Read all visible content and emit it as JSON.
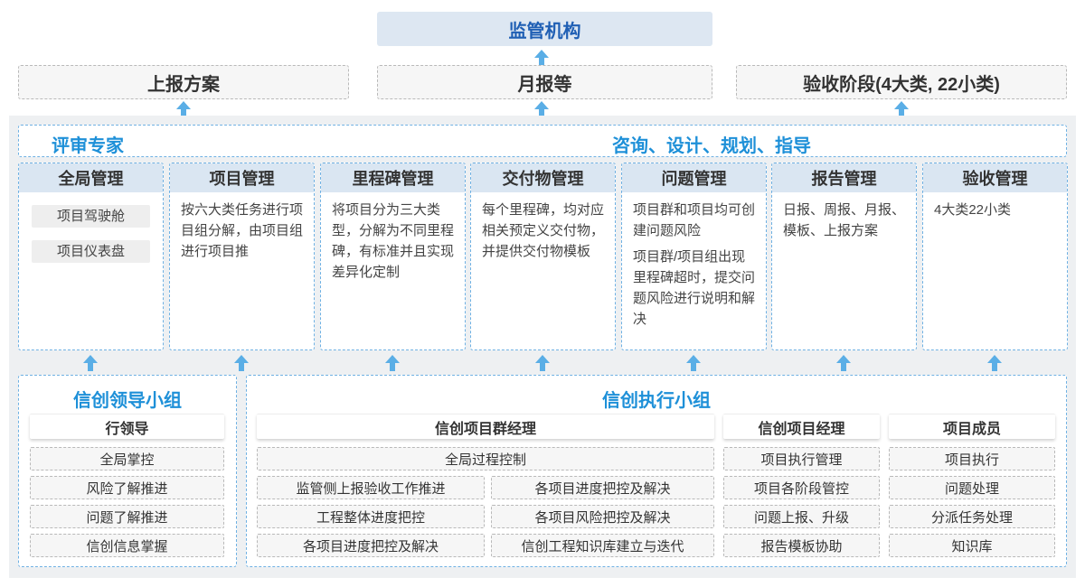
{
  "top": {
    "regulator": "监管机构",
    "report_plan": "上报方案",
    "monthly_report": "月报等",
    "acceptance_stage": "验收阶段(4大类, 22小类)"
  },
  "consult": {
    "left": "评审专家",
    "right": "咨询、设计、规划、指导"
  },
  "columns": [
    {
      "title": "全局管理",
      "pills": [
        "项目驾驶舱",
        "项目仪表盘"
      ]
    },
    {
      "title": "项目管理",
      "text": [
        "按六大类任务进行项目组分解，由项目组进行项目推"
      ]
    },
    {
      "title": "里程碑管理",
      "text": [
        "将项目分为三大类型，分解为不同里程碑，有标准并且实现差异化定制"
      ]
    },
    {
      "title": "交付物管理",
      "text": [
        "每个里程碑，均对应相关预定义交付物，并提供交付物模板"
      ]
    },
    {
      "title": "问题管理",
      "text": [
        "项目群和项目均可创建问题风险",
        "项目群/项目组出现里程碑超时，提交问题风险进行说明和解决"
      ]
    },
    {
      "title": "报告管理",
      "text": [
        "日报、周报、月报、模板、上报方案"
      ]
    },
    {
      "title": "验收管理",
      "text": [
        "4大类22小类"
      ]
    }
  ],
  "lead_group": {
    "title": "信创领导小组",
    "header": "行领导",
    "items": [
      "全局掌控",
      "风险了解推进",
      "问题了解推进",
      "信创信息掌握"
    ]
  },
  "exec_group": {
    "title": "信创执行小组",
    "program_manager": {
      "header": "信创项目群经理",
      "top_item": "全局过程控制",
      "left_items": [
        "监管侧上报验收工作推进",
        "工程整体进度把控",
        "各项目进度把控及解决"
      ],
      "right_items": [
        "各项目进度把控及解决",
        "各项目风险把控及解决",
        "信创工程知识库建立与迭代"
      ]
    },
    "project_manager": {
      "header": "信创项目经理",
      "items": [
        "项目执行管理",
        "项目各阶段管控",
        "问题上报、升级",
        "报告模板协助"
      ]
    },
    "members": {
      "header": "项目成员",
      "items": [
        "项目执行",
        "问题处理",
        "分派任务处理",
        "知识库"
      ]
    }
  },
  "colors": {
    "accent_blue": "#1e90d8",
    "arrow_blue": "#5aaee6",
    "header_bg": "#dae6f2"
  },
  "icons": {
    "arrow": "arrow-up-icon"
  }
}
